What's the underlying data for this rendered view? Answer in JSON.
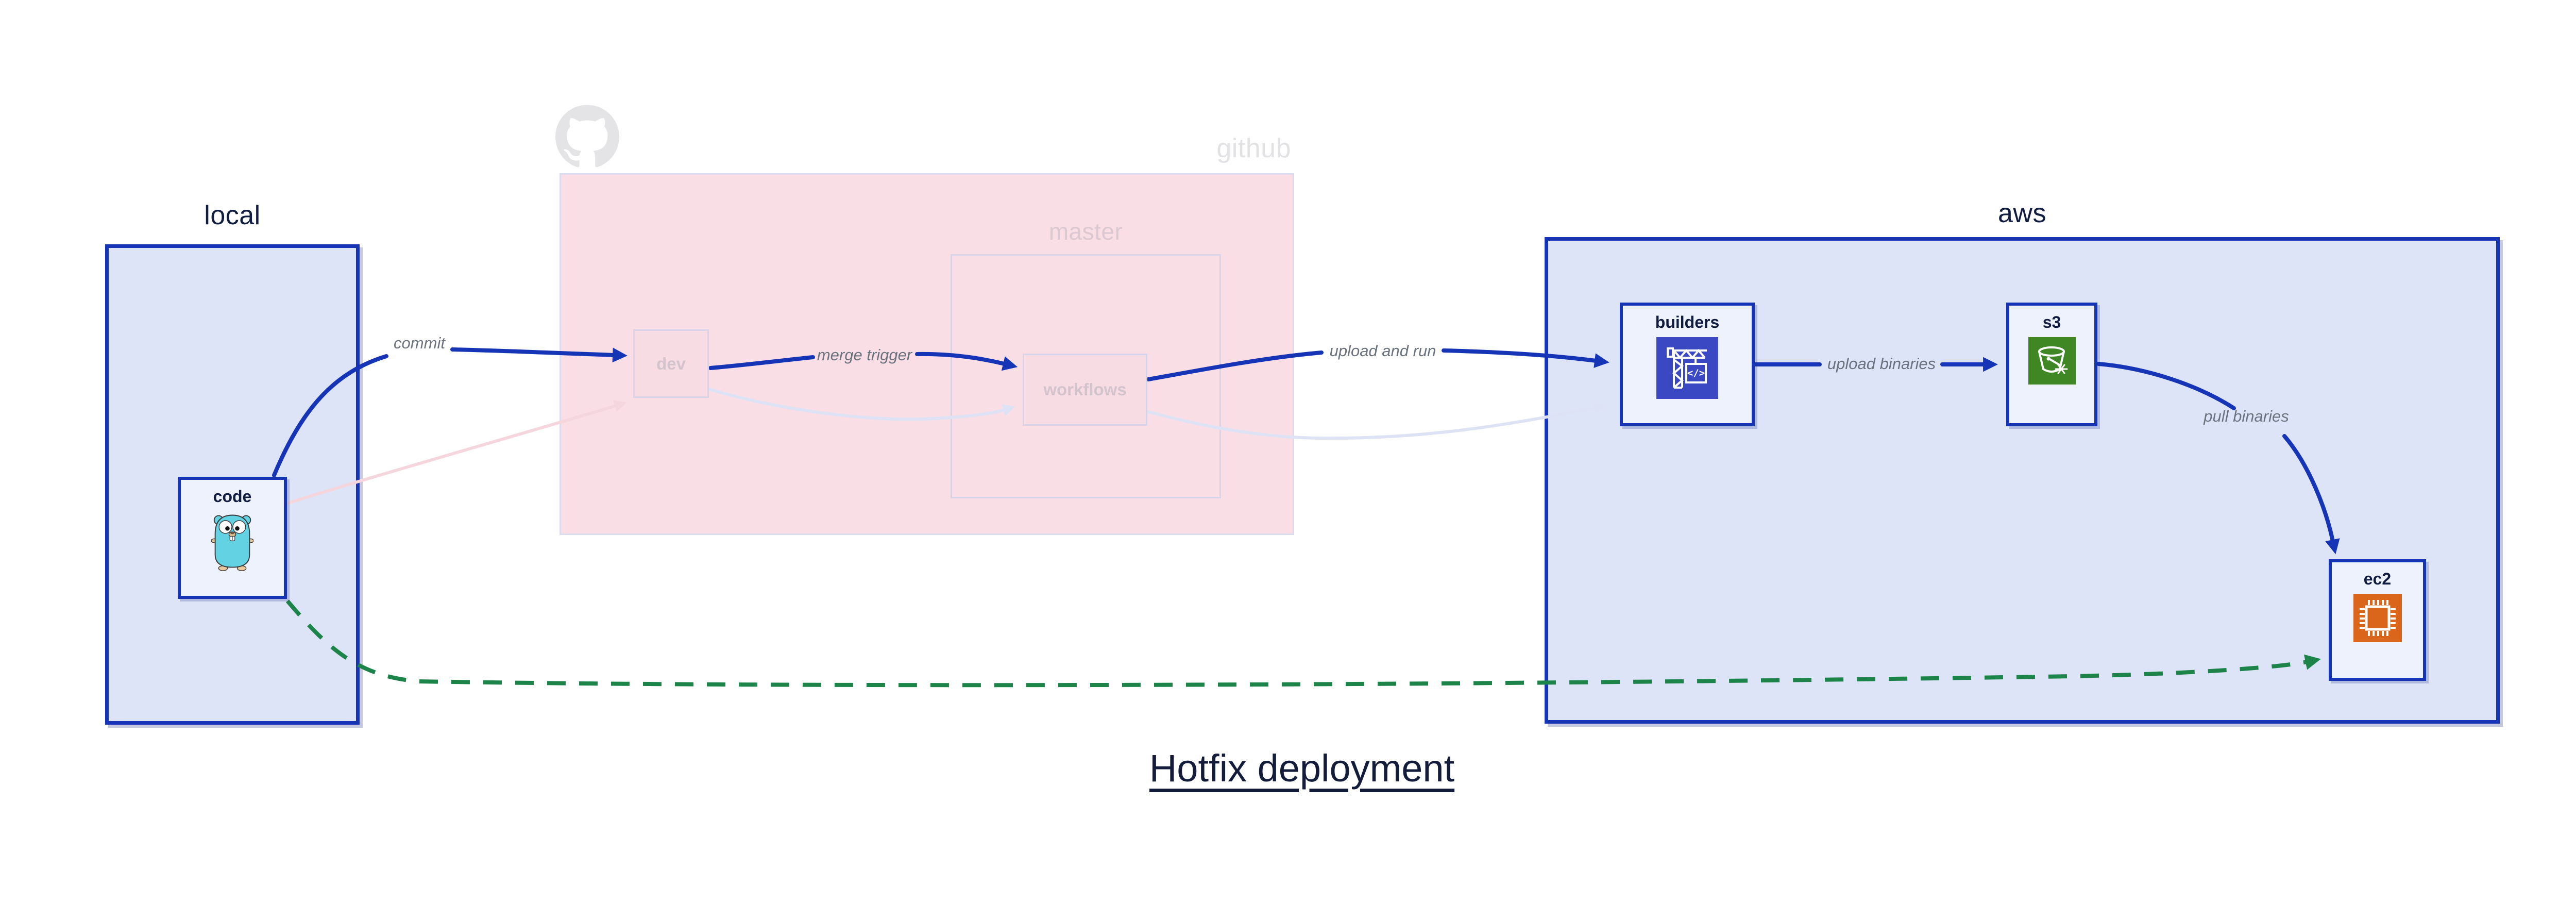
{
  "title": "Hotfix deployment",
  "zones": {
    "local": {
      "label": "local"
    },
    "github": {
      "label": "github"
    },
    "master": {
      "label": "master"
    },
    "aws": {
      "label": "aws"
    }
  },
  "nodes": {
    "code": {
      "label": "code",
      "icon": "go-gopher-icon"
    },
    "dev": {
      "label": "dev",
      "icon": null
    },
    "workflows": {
      "label": "workflows",
      "icon": null
    },
    "builders": {
      "label": "builders",
      "icon": "codebuild-crane-icon"
    },
    "s3": {
      "label": "s3",
      "icon": "s3-bucket-icon"
    },
    "ec2": {
      "label": "ec2",
      "icon": "ec2-chip-icon"
    }
  },
  "edges": {
    "commit": {
      "label": "commit",
      "from": "code",
      "to": "dev",
      "style": "solid-blue"
    },
    "merge_trigger": {
      "label": "merge trigger",
      "from": "dev",
      "to": "workflows",
      "style": "solid-blue"
    },
    "upload_and_run": {
      "label": "upload and run",
      "from": "workflows",
      "to": "builders",
      "style": "solid-blue"
    },
    "upload_binaries": {
      "label": "upload binaries",
      "from": "builders",
      "to": "s3",
      "style": "solid-blue"
    },
    "pull_binaries": {
      "label": "pull binaries",
      "from": "s3",
      "to": "ec2",
      "style": "solid-blue"
    },
    "code_dev_faded": {
      "label": "",
      "from": "code",
      "to": "dev",
      "style": "faded-pink"
    },
    "dev_workflows_faded": {
      "label": "",
      "from": "dev",
      "to": "workflows",
      "style": "faded-lavender"
    },
    "workflows_builders_faded": {
      "label": "",
      "from": "workflows",
      "to": "builders",
      "style": "faded-lavender"
    },
    "hotfix_path": {
      "label": "",
      "from": "code",
      "to": "ec2",
      "style": "green-dashed"
    }
  },
  "icons": {
    "github_logo": "github-octocat-icon",
    "code": "go-gopher-icon",
    "builders": "codebuild-crane-icon",
    "s3": "s3-bucket-icon",
    "ec2": "ec2-chip-icon"
  },
  "colors": {
    "accent_blue": "#1635b6",
    "zone_fill": "#dde4f8",
    "node_fill": "#eef2fc",
    "github_fill": "#f9dfe5",
    "github_border": "#dcdcef",
    "inner_border": "#d7d4ea",
    "inner_fill": "#f7dde3",
    "faded_pink_edge": "#f5d6dd",
    "faded_lavender_edge": "#dee2f5",
    "green_edge": "#1d8449",
    "edge_label": "#6a727e",
    "navy_text": "#101c40",
    "faded_text_github": "#e2e2e5",
    "faded_text_master": "#dbc8d1",
    "faded_text_inner": "#d2c3cc",
    "octocat_gray": "#e4e4e6",
    "codebuild_bg": "#3b48c4",
    "s3_bg": "#3f8624",
    "ec2_bg": "#d9661a",
    "gopher_body": "#63d2e2"
  }
}
